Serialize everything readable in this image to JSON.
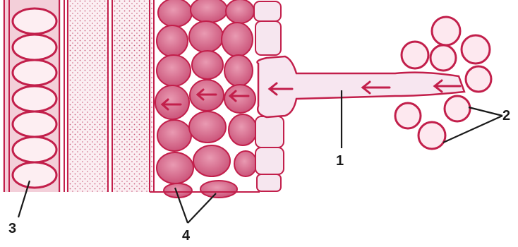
{
  "labels": {
    "root_hair": "1",
    "soil_particles": "2",
    "xylem_vessel": "3",
    "cortex_cells": "4"
  },
  "colors": {
    "tissue_stroke": "#c21f4b",
    "vessel_fill": "#f4d3dd",
    "cortex_fill": "#d66a8c",
    "epidermis_fill": "#f5e4ef",
    "phloem_dots": "#c85a7a",
    "arrow": "#c21f4b",
    "leader_line": "#1a1a1a"
  },
  "arrows": {
    "direction": "right-to-left",
    "meaning_icon": "water-flow-arrow"
  }
}
